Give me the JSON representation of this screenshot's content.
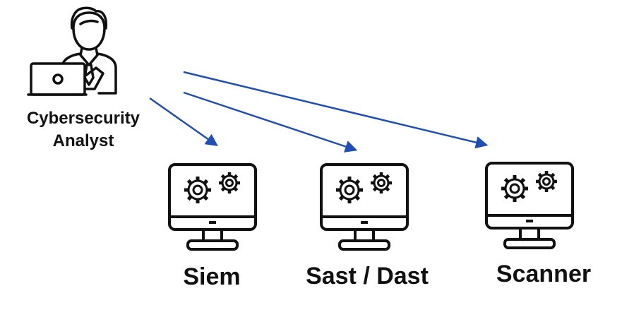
{
  "analyst": {
    "label_line1": "Cybersecurity",
    "label_line2": "Analyst",
    "icon": "analyst-at-laptop-icon"
  },
  "systems": [
    {
      "label": "Siem",
      "icon": "monitor-gears-icon"
    },
    {
      "label": "Sast / Dast",
      "icon": "monitor-gears-icon"
    },
    {
      "label": "Scanner",
      "icon": "monitor-gears-icon"
    }
  ],
  "colors": {
    "arrow": "#1f4fb5",
    "ink": "#111111",
    "background": "#ffffff"
  }
}
